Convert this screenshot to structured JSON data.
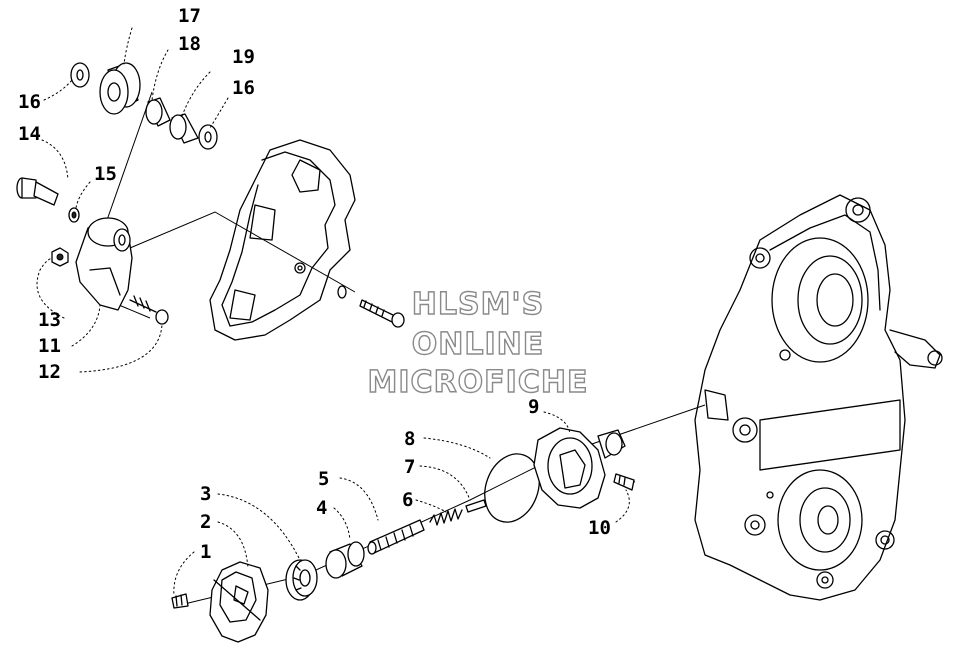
{
  "watermark": {
    "lines": [
      "HLSM'S",
      "ONLINE",
      "MICROFICHE"
    ]
  },
  "callouts": [
    {
      "id": "1",
      "label": "1"
    },
    {
      "id": "2",
      "label": "2"
    },
    {
      "id": "3",
      "label": "3"
    },
    {
      "id": "4",
      "label": "4"
    },
    {
      "id": "5",
      "label": "5"
    },
    {
      "id": "6",
      "label": "6"
    },
    {
      "id": "7",
      "label": "7"
    },
    {
      "id": "8",
      "label": "8"
    },
    {
      "id": "9",
      "label": "9"
    },
    {
      "id": "10",
      "label": "10"
    },
    {
      "id": "11",
      "label": "11"
    },
    {
      "id": "12",
      "label": "12"
    },
    {
      "id": "13",
      "label": "13"
    },
    {
      "id": "14",
      "label": "14"
    },
    {
      "id": "15",
      "label": "15"
    },
    {
      "id": "16a",
      "label": "16"
    },
    {
      "id": "16b",
      "label": "16"
    },
    {
      "id": "17",
      "label": "17"
    },
    {
      "id": "18",
      "label": "18"
    },
    {
      "id": "19",
      "label": "19"
    }
  ]
}
